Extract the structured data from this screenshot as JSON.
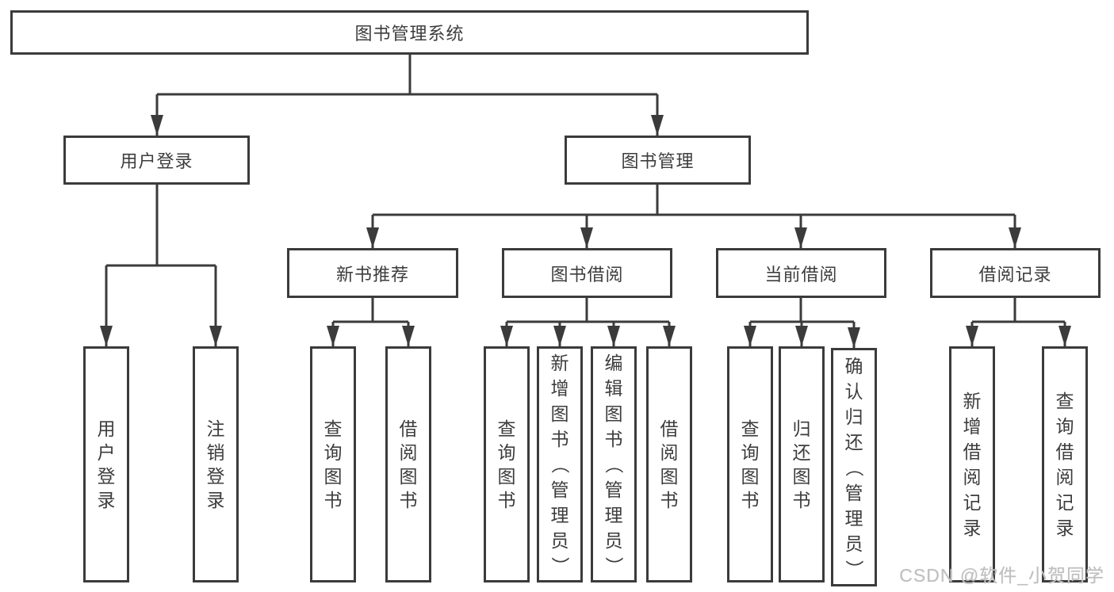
{
  "title": "图书管理系统",
  "colors": {
    "line": "#3b3b3b",
    "node_border": "#3b3b3b",
    "node_text": "#3d3d3d",
    "background": "#ffffff",
    "watermark": "#bfbfbf"
  },
  "branches": {
    "user_login": {
      "label": "用户登录",
      "children": [
        "用户登录",
        "注销登录"
      ]
    },
    "book_mgmt": {
      "label": "图书管理",
      "sections": [
        {
          "label": "新书推荐",
          "children": [
            "查询图书",
            "借阅图书"
          ]
        },
        {
          "label": "图书借阅",
          "children": [
            "查询图书",
            "新增图书（管理员）",
            "编辑图书（管理员）",
            "借阅图书"
          ]
        },
        {
          "label": "当前借阅",
          "children": [
            "查询图书",
            "归还图书",
            "确认归还（管理员）"
          ]
        },
        {
          "label": "借阅记录",
          "children": [
            "新增借阅记录",
            "查询借阅记录"
          ]
        }
      ]
    }
  },
  "watermark": "CSDN @软件_小贺同学"
}
